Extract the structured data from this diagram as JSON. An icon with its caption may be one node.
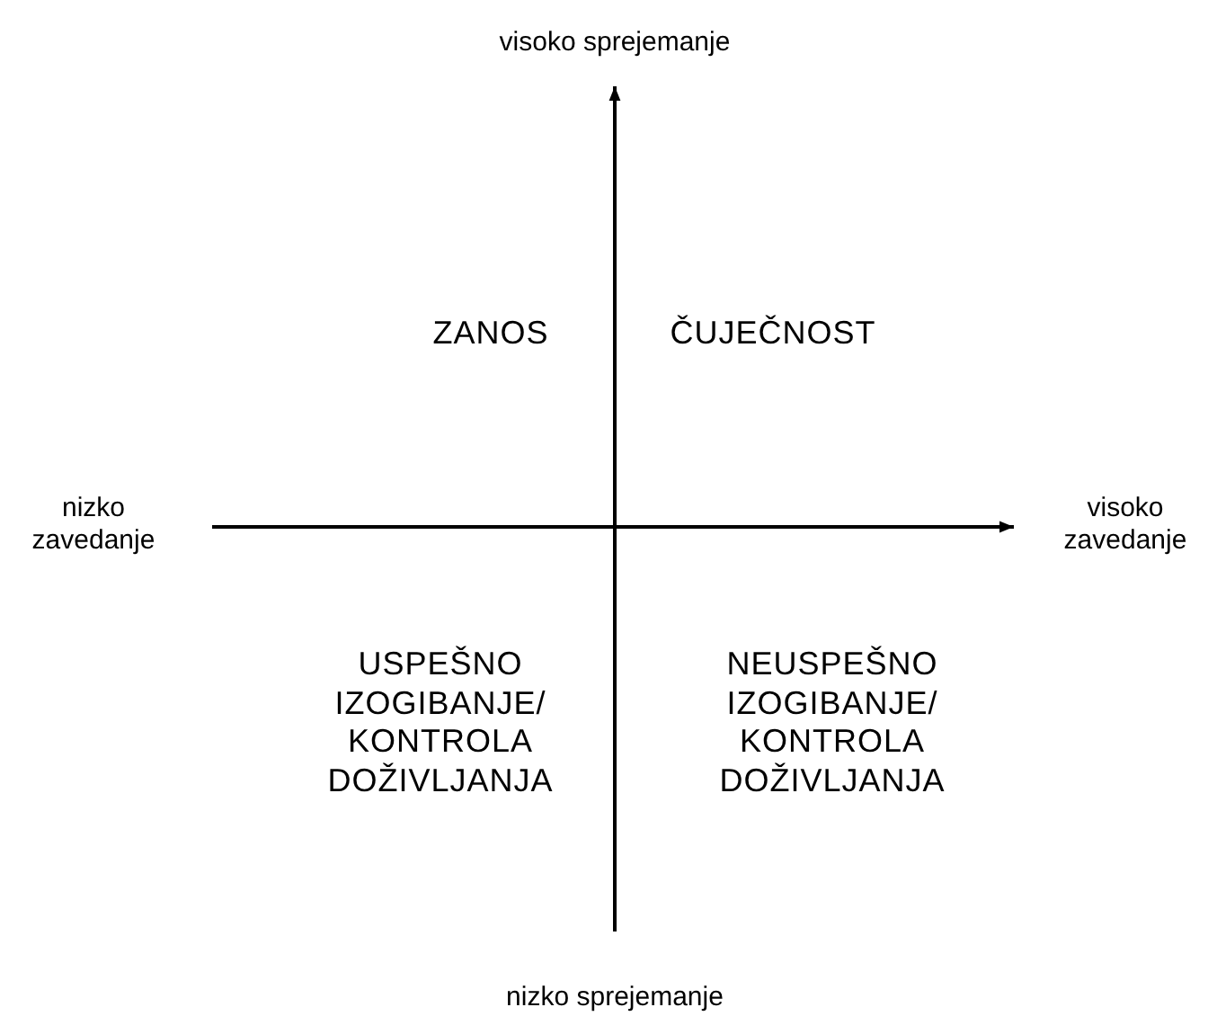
{
  "diagram": {
    "labels": [
      "visoko sprejemanje",
      "ZANOS",
      "ČUJEČNOST",
      "nizko zavedanje",
      "visoko zavedanje",
      "USPEŠNO IZOGIBANJE/ KONTROLA DOŽIVLJANJA",
      "NEUSPEŠNO IZOGIBANJE/ KONTROLA DOŽIVLJANJA",
      "nizko sprejemanje"
    ]
  }
}
